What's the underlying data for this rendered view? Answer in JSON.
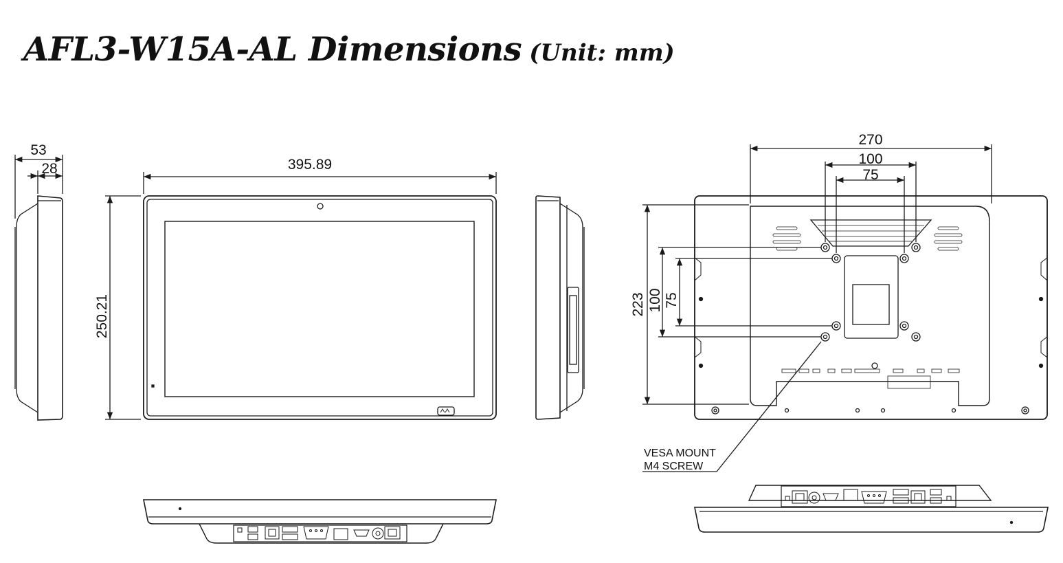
{
  "title": {
    "main": "AFL3-W15A-AL Dimensions",
    "unit": "(Unit: mm)"
  },
  "dimensions": {
    "side_depth_total": "53",
    "side_depth_body": "28",
    "front_width": "395.89",
    "front_height": "250.21",
    "rear_width": "270",
    "vesa_large": "100",
    "vesa_small": "75",
    "rear_height": "223",
    "rear_vesa_large_v": "100",
    "rear_vesa_small_v": "75"
  },
  "callout": {
    "line1": "VESA MOUNT",
    "line2": "M4 SCREW"
  },
  "colors": {
    "line": "#1a1a1a",
    "title": "#111111"
  }
}
